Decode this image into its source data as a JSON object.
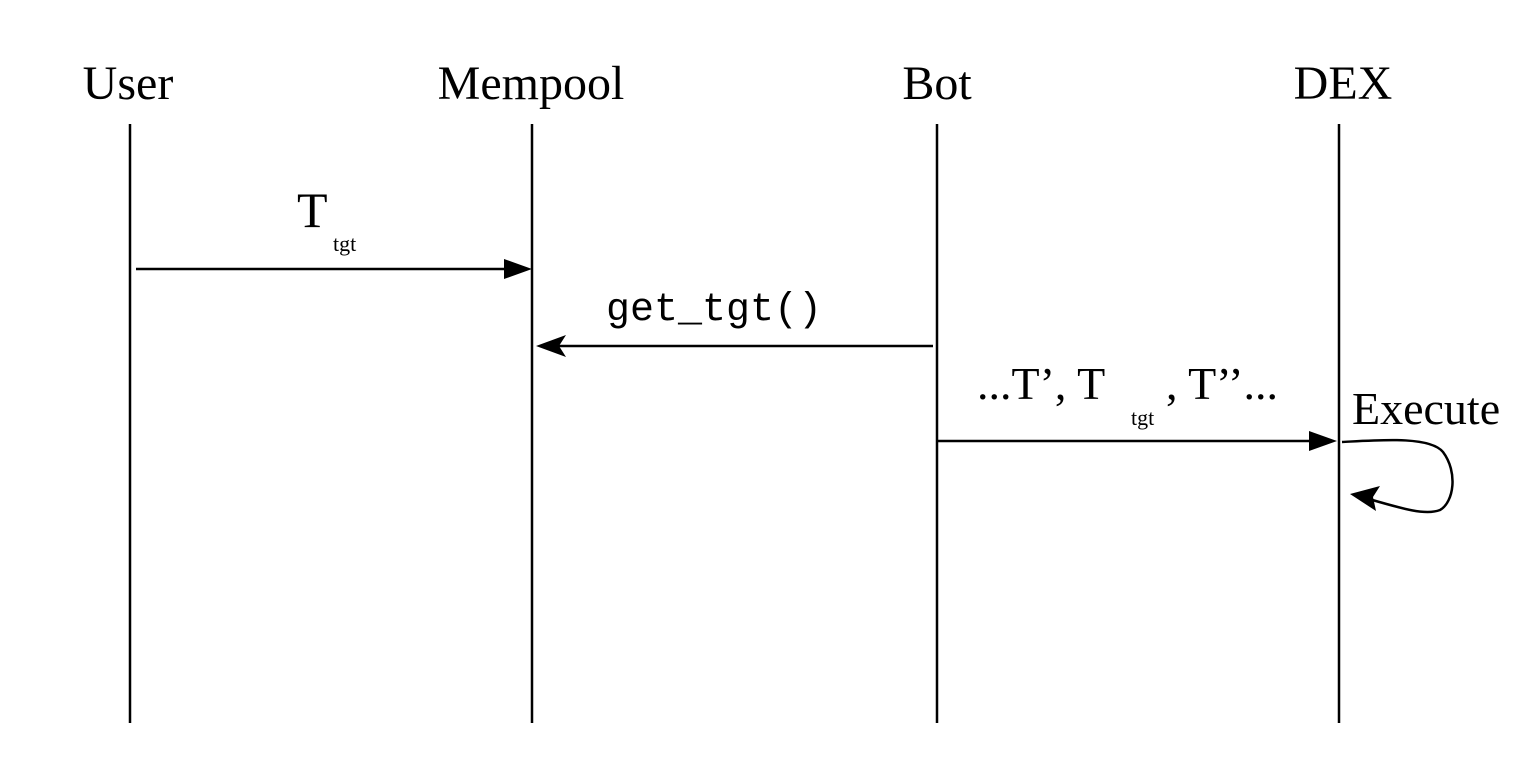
{
  "participants": [
    {
      "label": "User"
    },
    {
      "label": "Mempool"
    },
    {
      "label": "Bot"
    },
    {
      "label": "DEX"
    }
  ],
  "messages": [
    {
      "from": "User",
      "to": "Mempool",
      "label": "T",
      "label_sub": "tgt"
    },
    {
      "from": "Bot",
      "to": "Mempool",
      "label": "get_tgt()"
    },
    {
      "from": "Bot",
      "to": "DEX",
      "label_prefix": "...T’, T",
      "label_sub": "tgt",
      "label_suffix": ", T’’..."
    },
    {
      "from": "DEX",
      "to": "DEX",
      "label": "Execute",
      "self": true
    }
  ]
}
